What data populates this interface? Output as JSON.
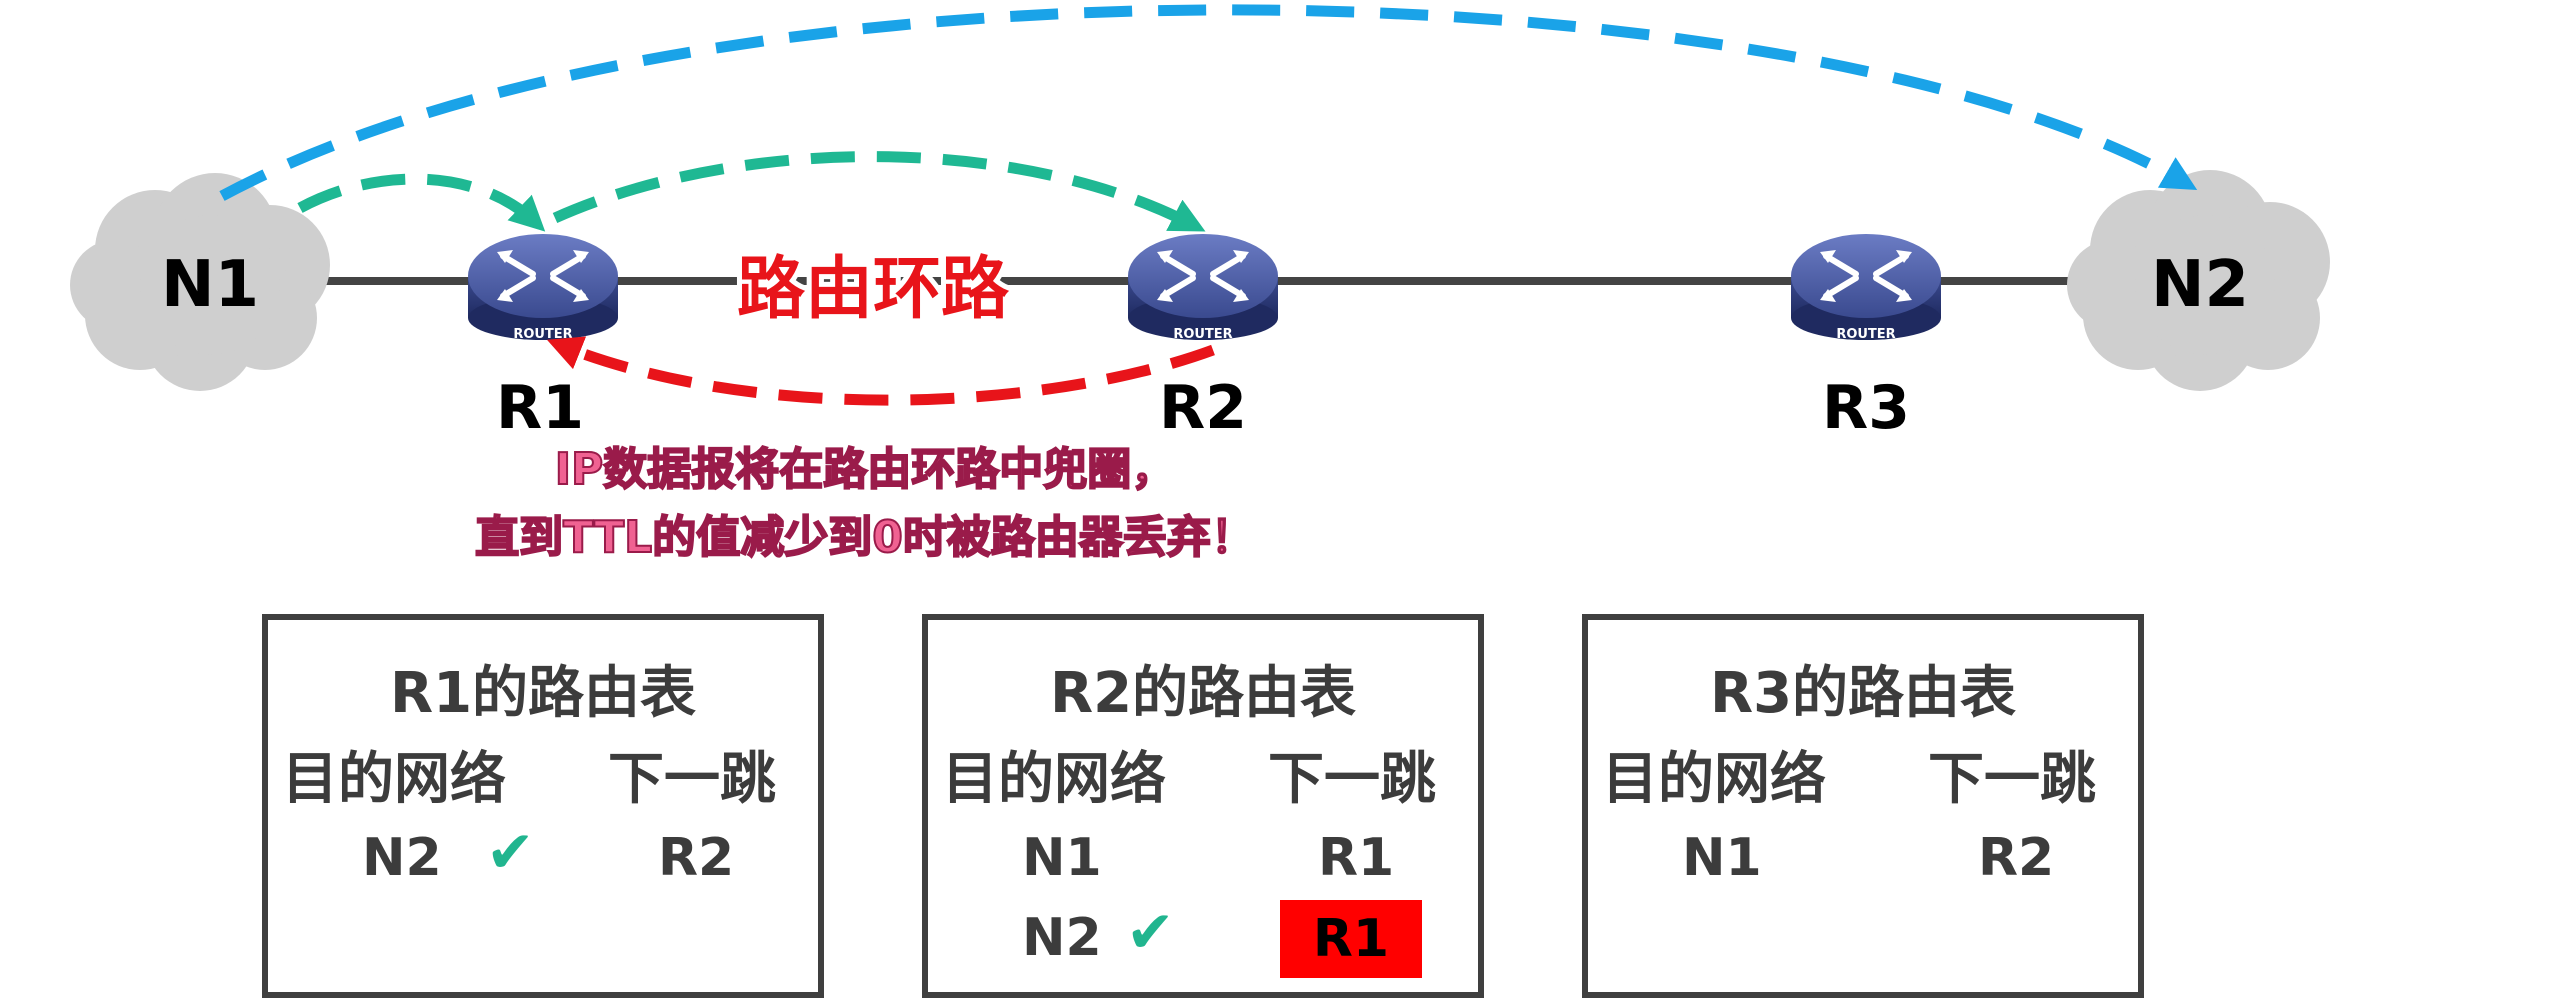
{
  "topology": {
    "networks": [
      {
        "label": "N1"
      },
      {
        "label": "N2"
      }
    ],
    "routers": [
      {
        "label": "R1",
        "icon_text": "ROUTER"
      },
      {
        "label": "R2",
        "icon_text": "ROUTER"
      },
      {
        "label": "R3",
        "icon_text": "ROUTER"
      }
    ],
    "loop_label": "路由环路",
    "note_lines": [
      "IP数据报将在路由环路中兜圈，",
      "直到TTL的值减少到0时被路由器丢弃！"
    ],
    "colors": {
      "blue_arrow": "#1aa3e8",
      "green_arrow": "#1fb893",
      "red_arrow": "#e8141a",
      "cloud": "#cfcfcf",
      "router": "#3a4a8f",
      "link": "#444444",
      "loop_label": "#e8141a",
      "note_text": "#f06292"
    }
  },
  "tables": [
    {
      "title": "R1的路由表",
      "col_dest": "目的网络",
      "col_next": "下一跳",
      "rows": [
        {
          "dest": "N2",
          "next": "R2",
          "checked": true,
          "highlight": false
        }
      ]
    },
    {
      "title": "R2的路由表",
      "col_dest": "目的网络",
      "col_next": "下一跳",
      "rows": [
        {
          "dest": "N1",
          "next": "R1",
          "checked": false,
          "highlight": false
        },
        {
          "dest": "N2",
          "next": "R1",
          "checked": true,
          "highlight": true
        }
      ]
    },
    {
      "title": "R3的路由表",
      "col_dest": "目的网络",
      "col_next": "下一跳",
      "rows": [
        {
          "dest": "N1",
          "next": "R2",
          "checked": false,
          "highlight": false
        }
      ]
    }
  ],
  "icons": {
    "check": "✔"
  }
}
